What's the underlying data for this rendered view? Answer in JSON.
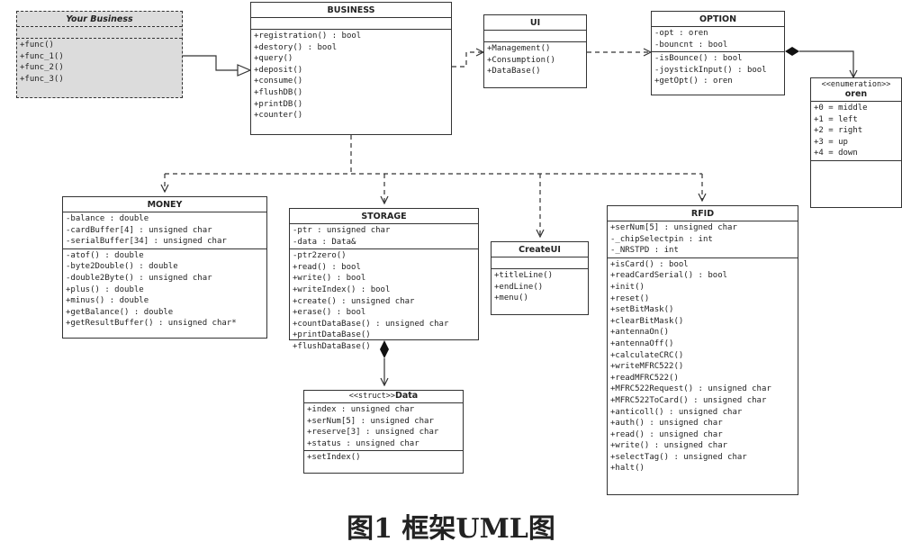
{
  "caption": "图1 框架UML图",
  "classes": {
    "your_business": {
      "title": "Your Business",
      "attributes": [],
      "operations": [
        "+func()",
        "+func_1()",
        "+func_2()",
        "+func_3()"
      ]
    },
    "business": {
      "title": "BUSINESS",
      "attributes": [],
      "operations": [
        "+registration() : bool",
        "+destory() : bool",
        "+query()",
        "+deposit()",
        "+consume()",
        "+flushDB()",
        "+printDB()",
        "+counter()"
      ]
    },
    "ui": {
      "title": "UI",
      "attributes": [],
      "operations": [
        "+Management()",
        "+Consumption()",
        "+DataBase()"
      ]
    },
    "option": {
      "title": "OPTION",
      "attributes": [
        "-opt : oren",
        "-bouncnt : bool"
      ],
      "operations": [
        "-isBounce() : bool",
        "-joystickInput() : bool",
        "+getOpt() : oren"
      ]
    },
    "oren": {
      "stereotype": "<<enumeration>>",
      "title": "oren",
      "literals": [
        "+0 = middle",
        "+1 = left",
        "+2 = right",
        "+3 = up",
        "+4 = down"
      ]
    },
    "money": {
      "title": "MONEY",
      "attributes": [
        "-balance : double",
        "-cardBuffer[4] : unsigned char",
        "-serialBuffer[34] : unsigned char"
      ],
      "operations": [
        "-atof() : double",
        "-byte2Double() : double",
        "-double2Byte() : unsigned char",
        "+plus() : double",
        "+minus() : double",
        "+getBalance() : double",
        "+getResultBuffer() : unsigned char*"
      ]
    },
    "storage": {
      "title": "STORAGE",
      "attributes": [
        "-ptr : unsigned char",
        "-data : Data&"
      ],
      "operations": [
        "-ptr2zero()",
        "+read() : bool",
        "+write() : bool",
        "+writeIndex() : bool",
        "+create() : unsigned char",
        "+erase() : bool",
        "+countDataBase() : unsigned char",
        "+printDataBase()",
        "+flushDataBase()"
      ]
    },
    "createui": {
      "title": "CreateUI",
      "attributes": [],
      "operations": [
        "+titleLine()",
        "+endLine()",
        "+menu()"
      ]
    },
    "rfid": {
      "title": "RFID",
      "attributes": [
        "+serNum[5] : unsigned char",
        "-_chipSelectpin : int",
        "-_NRSTPD : int"
      ],
      "operations": [
        "+isCard() : bool",
        "+readCardSerial() : bool",
        "+init()",
        "+reset()",
        "+setBitMask()",
        "+clearBitMask()",
        "+antennaOn()",
        "+antennaOff()",
        "+calculateCRC()",
        "+writeMFRC522()",
        "+readMFRC522()",
        "+MFRC522Request() : unsigned char",
        "+MFRC522ToCard() : unsigned char",
        "+anticoll() : unsigned char",
        "+auth() : unsigned char",
        "+read() : unsigned char",
        "+write() : unsigned char",
        "+selectTag() : unsigned char",
        "+halt()"
      ]
    },
    "data": {
      "stereotype": "<<struct>>",
      "title": "Data",
      "attributes": [
        "+index : unsigned char",
        "+serNum[5] : unsigned char",
        "+reserve[3] : unsigned char",
        "+status : unsigned char"
      ],
      "operations": [
        "+setIndex()"
      ]
    }
  }
}
